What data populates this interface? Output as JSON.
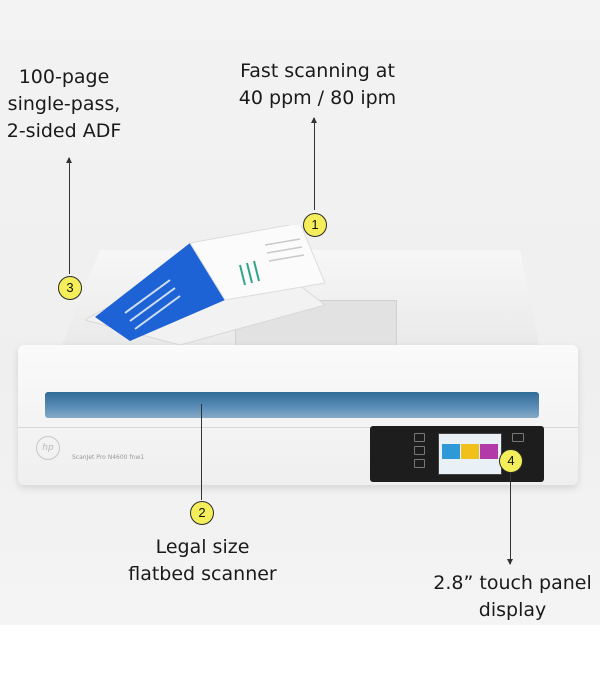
{
  "callouts": {
    "c1": {
      "number": "1",
      "text": "Fast scanning at\n40 ppm / 80 ipm"
    },
    "c2": {
      "number": "2",
      "text": "Legal size\nflatbed scanner"
    },
    "c3": {
      "number": "3",
      "text": "100-page\nsingle-pass,\n2-sided ADF"
    },
    "c4": {
      "number": "4",
      "text": "2.8” touch panel\ndisplay"
    }
  },
  "device": {
    "logo": "hp",
    "model_label": "ScanJet Pro N4600 fnw1"
  },
  "colors": {
    "badge_fill": "#f3ee5a",
    "glass_blue": "#4f84ad",
    "paper_blue": "#1e63d6"
  }
}
